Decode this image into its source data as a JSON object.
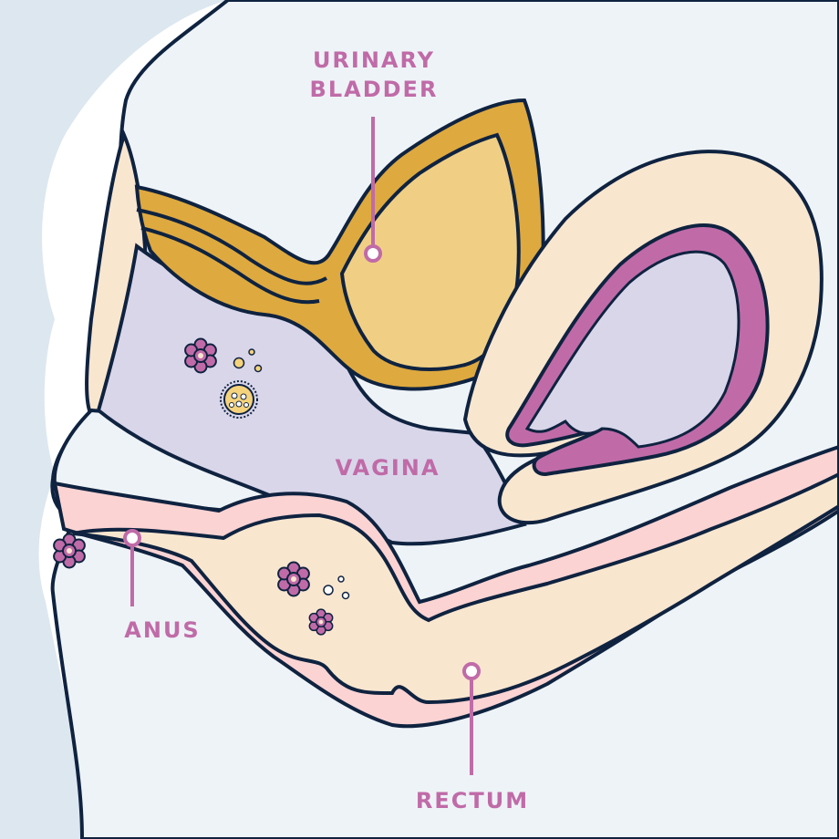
{
  "labels": {
    "urinary_bladder": "URINARY\nBLADDER",
    "vagina": "VAGINA",
    "anus": "ANUS",
    "rectum": "RECTUM"
  },
  "colors": {
    "outline": "#0f2340",
    "body_shadow": "#dde7ef",
    "body_fill": "#eef3f7",
    "skin": "#f9e6cf",
    "bladder_outer": "#dea93f",
    "bladder_inner": "#f0cf85",
    "vagina": "#d9d6ea",
    "uterus_lining": "#c06ba8",
    "rectum_wall": "#fbd3d3",
    "label": "#c06ba8",
    "yellow_dot": "#f5d37c"
  },
  "icons": {
    "bacteria": "bacteria-flower-icon",
    "germ": "spiky-germ-icon",
    "dots": "small-dot-icon"
  }
}
